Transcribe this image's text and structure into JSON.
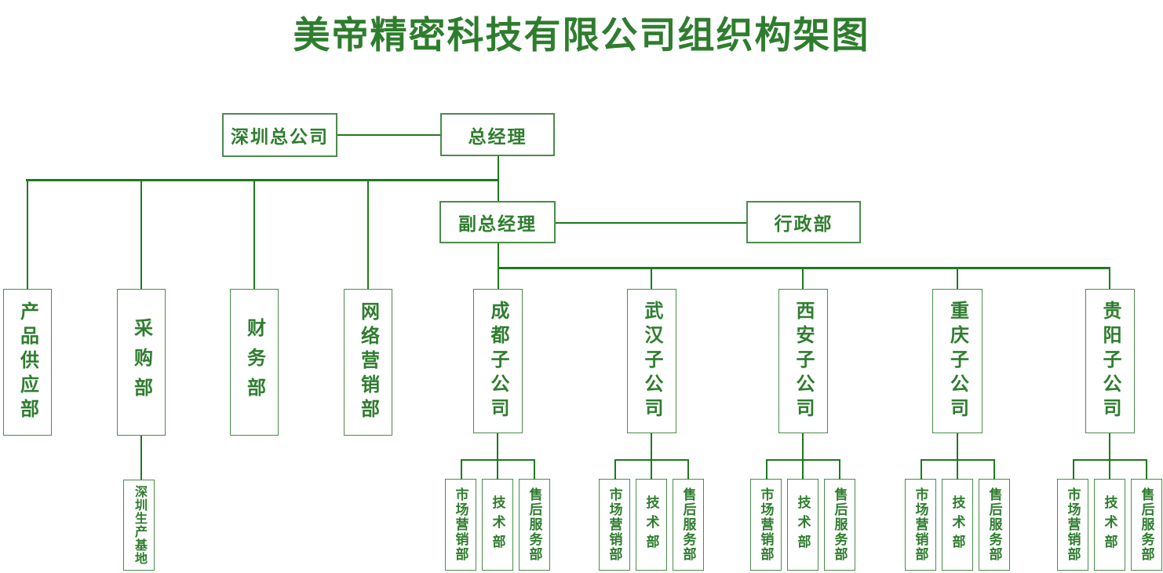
{
  "title": "美帝精密科技有限公司组织构架图",
  "colors": {
    "text_green": "#2e7d2e",
    "line_green": "#1e7a1e",
    "border_green": "#4b8b4b",
    "background": "#ffffff"
  },
  "nodes": {
    "headquarters": "深圳总公司",
    "general_manager": "总经理",
    "deputy_general_manager": "副总经理",
    "admin_dept": "行政部",
    "departments": [
      "产品供应部",
      "采购部",
      "财务部",
      "网络营销部"
    ],
    "production_base": "深圳生产基地",
    "subsidiaries": [
      {
        "label": "成都子公司",
        "departments": [
          "市场营销部",
          "技术部",
          "售后服务部"
        ]
      },
      {
        "label": "武汉子公司",
        "departments": [
          "市场营销部",
          "技术部",
          "售后服务部"
        ]
      },
      {
        "label": "西安子公司",
        "departments": [
          "市场营销部",
          "技术部",
          "售后服务部"
        ]
      },
      {
        "label": "重庆子公司",
        "departments": [
          "市场营销部",
          "技术部",
          "售后服务部"
        ]
      },
      {
        "label": "贵阳子公司",
        "departments": [
          "市场营销部",
          "技术部",
          "售后服务部"
        ]
      }
    ]
  }
}
